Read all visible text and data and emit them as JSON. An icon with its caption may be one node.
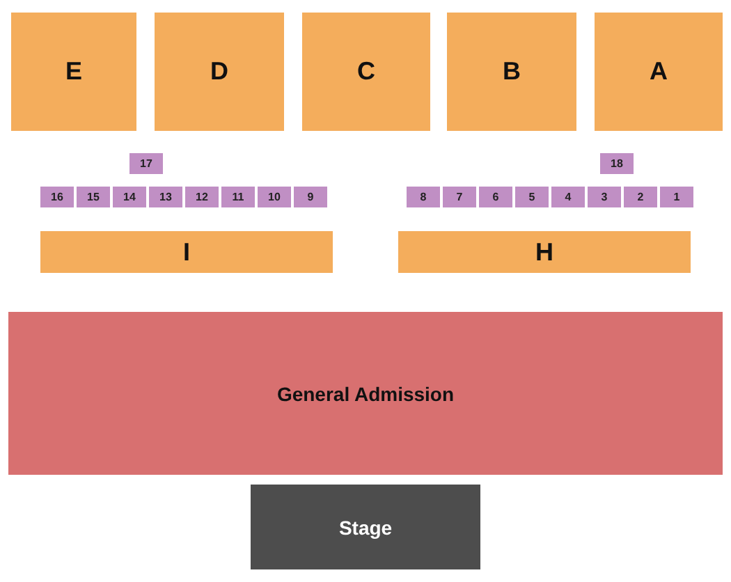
{
  "diagram": {
    "nodes": [
      {
        "text": [
          "E"
        ]
      },
      {
        "text": [
          "D"
        ]
      },
      {
        "text": [
          "C"
        ]
      },
      {
        "text": [
          "B"
        ]
      },
      {
        "text": [
          "A"
        ]
      },
      {
        "text": [
          "17"
        ]
      },
      {
        "text": [
          "18"
        ]
      },
      {
        "text": [
          "16"
        ]
      },
      {
        "text": [
          "15"
        ]
      },
      {
        "text": [
          "14"
        ]
      },
      {
        "text": [
          "13"
        ]
      },
      {
        "text": [
          "12"
        ]
      },
      {
        "text": [
          "11"
        ]
      },
      {
        "text": [
          "10"
        ]
      },
      {
        "text": [
          "9"
        ]
      },
      {
        "text": [
          "8"
        ]
      },
      {
        "text": [
          "7"
        ]
      },
      {
        "text": [
          "6"
        ]
      },
      {
        "text": [
          "5"
        ]
      },
      {
        "text": [
          "4"
        ]
      },
      {
        "text": [
          "3"
        ]
      },
      {
        "text": [
          "2"
        ]
      },
      {
        "text": [
          "1"
        ]
      },
      {
        "text": [
          "I"
        ]
      },
      {
        "text": [
          "H"
        ]
      },
      {
        "text": [
          "General Admission"
        ]
      },
      {
        "text": [
          "Stage"
        ]
      }
    ]
  }
}
